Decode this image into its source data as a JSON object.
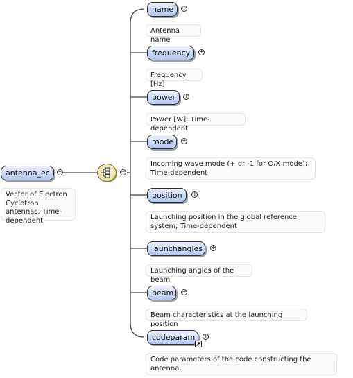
{
  "root": {
    "name": "antenna_ec",
    "documentation": "Vector of Electron Cyclotron antennas. Time-dependent",
    "collapse_symbol": "−"
  },
  "sequence": {
    "icon": "sequence-compositor-icon",
    "collapse_symbol": "−"
  },
  "children": [
    {
      "name": "name",
      "documentation": "Antenna name",
      "expand_symbol": "+"
    },
    {
      "name": "frequency",
      "documentation": "Frequency [Hz]",
      "expand_symbol": "+"
    },
    {
      "name": "power",
      "documentation": "Power [W]; Time-dependent",
      "expand_symbol": "+"
    },
    {
      "name": "mode",
      "documentation": "Incoming wave mode (+ or -1 for O/X mode); Time-dependent",
      "expand_symbol": "+"
    },
    {
      "name": "position",
      "documentation": "Launching position in the global reference system; Time-dependent",
      "expand_symbol": "+"
    },
    {
      "name": "launchangles",
      "documentation": "Launching angles of the beam",
      "expand_symbol": "+"
    },
    {
      "name": "beam",
      "documentation": "Beam characteristics at the launching position",
      "expand_symbol": "+"
    },
    {
      "name": "codeparam",
      "documentation": "Code parameters of the code constructing the antenna.",
      "expand_symbol": "+",
      "reference_icon": "reference-arrow-icon"
    }
  ],
  "colors": {
    "node_fill": "#c9d8f6",
    "node_border": "#2b2b2b",
    "connector": "#444444",
    "sequence_fill": "#ede49e"
  }
}
